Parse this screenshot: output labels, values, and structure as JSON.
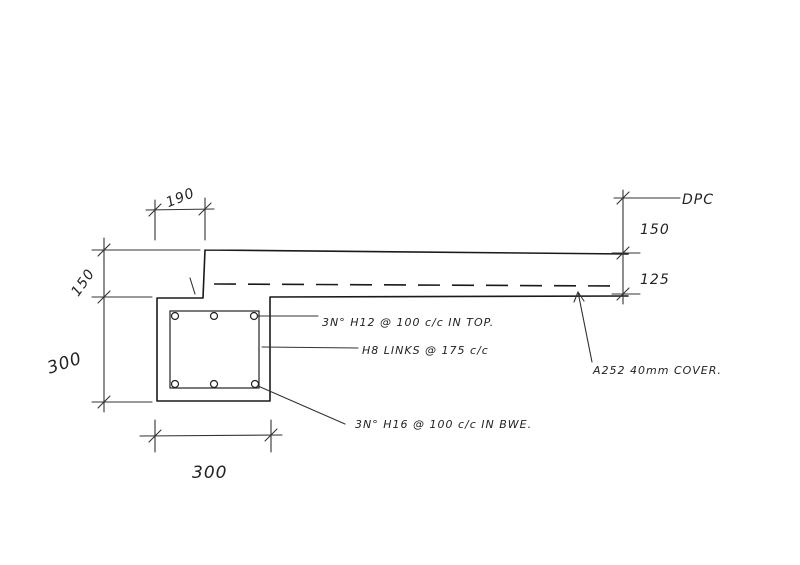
{
  "dimensions": {
    "top_width": "190",
    "upstand_height": "150",
    "beam_depth": "300",
    "beam_width": "300",
    "dpc_to_slab": "150",
    "slab_thickness": "125"
  },
  "labels": {
    "dpc": "DPC",
    "top_bars": "3N° H12 @ 100 c/c IN TOP.",
    "links": "H8 LINKS @ 175 c/c",
    "bottom_bars": "3N° H16 @ 100 c/c IN BWE.",
    "mesh": "A252 40mm COVER."
  }
}
